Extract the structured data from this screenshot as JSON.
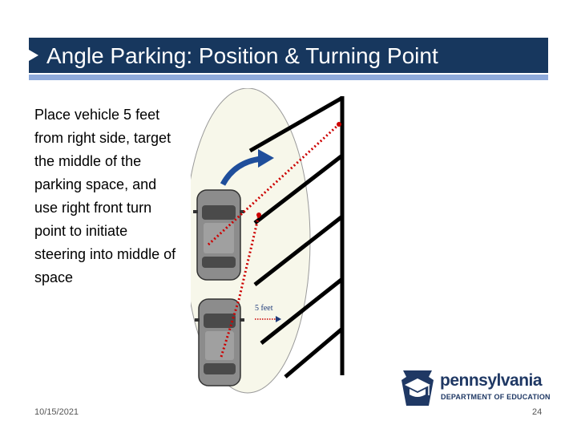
{
  "slide": {
    "title": "Angle Parking: Position & Turning Point",
    "body": "Place vehicle 5 feet from right side, target the middle of the parking space, and use right front turn point to initiate steering into middle of space",
    "date": "10/15/2021",
    "page_number": "24"
  },
  "diagram": {
    "distance_label": "5 feet",
    "colors": {
      "lines": "#000000",
      "guide": "#cc0000",
      "arrow": "#1f4e9b",
      "ellipse": "#f5f5e8",
      "car": "#8c8c8c"
    }
  },
  "logo": {
    "name": "pennsylvania",
    "department": "DEPARTMENT OF EDUCATION",
    "colors": {
      "blue": "#1f3864"
    }
  }
}
